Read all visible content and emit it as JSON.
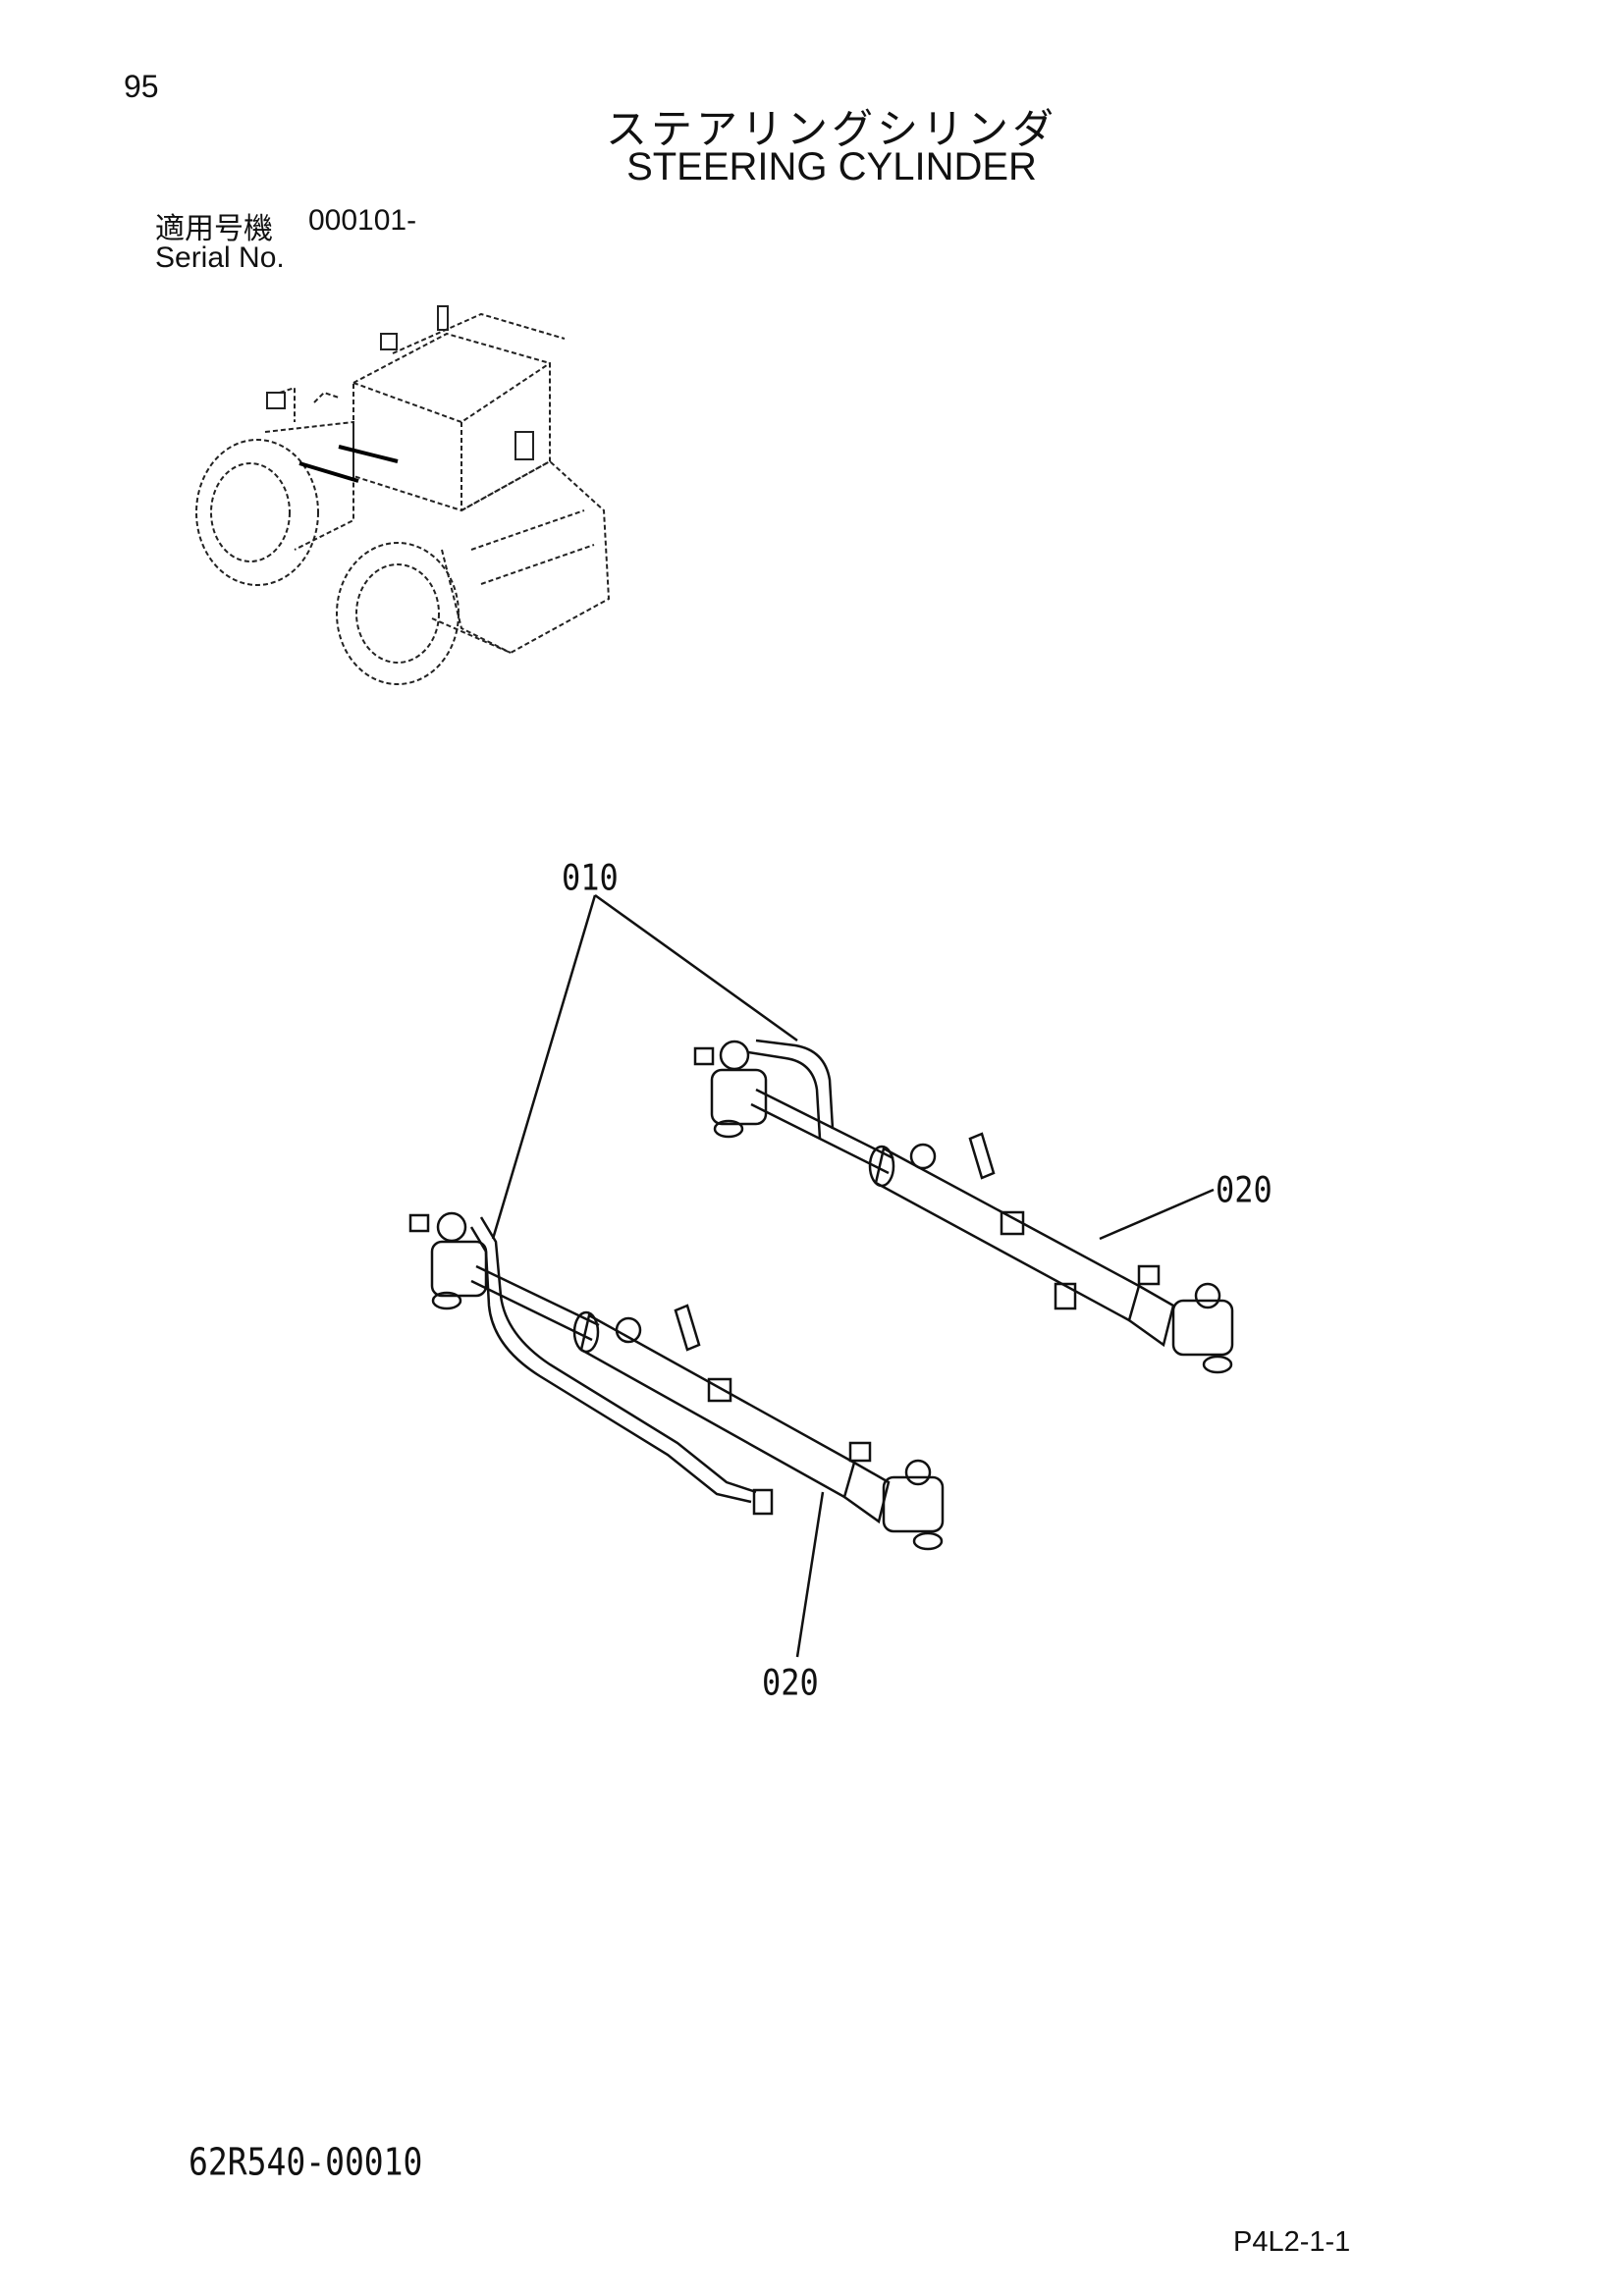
{
  "page_number": "95",
  "title": {
    "japanese": "ステアリングシリンダ",
    "english": "STEERING CYLINDER"
  },
  "serial": {
    "label_jp": "適用号機",
    "value": "000101-",
    "label_en": "Serial No."
  },
  "callouts": {
    "part_010": "010",
    "part_020_upper": "020",
    "part_020_lower": "020"
  },
  "document_code": "62R540-00010",
  "page_reference": "P4L2-1-1",
  "illustrations": {
    "machine": "wheel-loader-outline",
    "parts": "steering-cylinder-pair"
  }
}
